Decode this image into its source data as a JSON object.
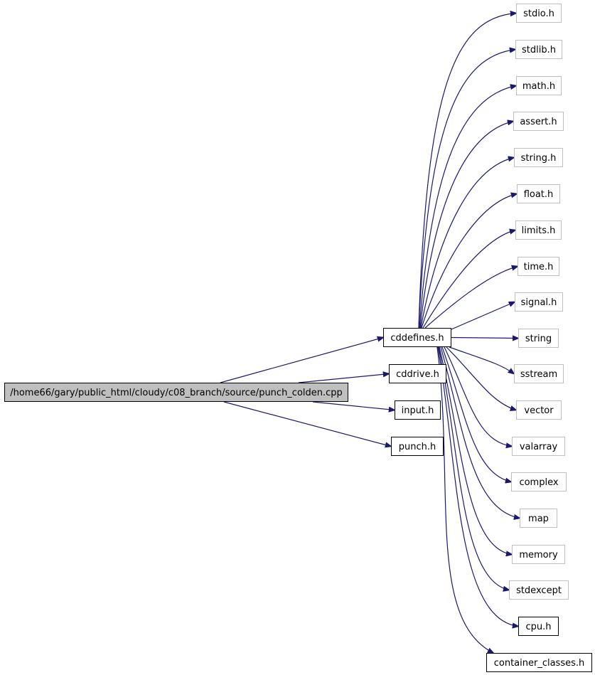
{
  "diagram": {
    "root": {
      "id": "root",
      "label": "/home66/gary/public_html/cloudy/c08_branch/source/punch_colden.cpp"
    },
    "nodes": [
      {
        "id": "cddefines",
        "label": "cddefines.h",
        "documented": true
      },
      {
        "id": "cddrive",
        "label": "cddrive.h",
        "documented": true
      },
      {
        "id": "input",
        "label": "input.h",
        "documented": true
      },
      {
        "id": "punch",
        "label": "punch.h",
        "documented": true
      },
      {
        "id": "stdio",
        "label": "stdio.h",
        "documented": false
      },
      {
        "id": "stdlib",
        "label": "stdlib.h",
        "documented": false
      },
      {
        "id": "math",
        "label": "math.h",
        "documented": false
      },
      {
        "id": "assert",
        "label": "assert.h",
        "documented": false
      },
      {
        "id": "string_h",
        "label": "string.h",
        "documented": false
      },
      {
        "id": "float",
        "label": "float.h",
        "documented": false
      },
      {
        "id": "limits",
        "label": "limits.h",
        "documented": false
      },
      {
        "id": "time",
        "label": "time.h",
        "documented": false
      },
      {
        "id": "signal",
        "label": "signal.h",
        "documented": false
      },
      {
        "id": "string",
        "label": "string",
        "documented": false
      },
      {
        "id": "sstream",
        "label": "sstream",
        "documented": false
      },
      {
        "id": "vector",
        "label": "vector",
        "documented": false
      },
      {
        "id": "valarray",
        "label": "valarray",
        "documented": false
      },
      {
        "id": "complex",
        "label": "complex",
        "documented": false
      },
      {
        "id": "map",
        "label": "map",
        "documented": false
      },
      {
        "id": "memory",
        "label": "memory",
        "documented": false
      },
      {
        "id": "stdexcept",
        "label": "stdexcept",
        "documented": false
      },
      {
        "id": "cpu",
        "label": "cpu.h",
        "documented": true
      },
      {
        "id": "container_classes",
        "label": "container_classes.h",
        "documented": true
      }
    ],
    "edges": [
      {
        "from": "root",
        "to": "cddefines"
      },
      {
        "from": "root",
        "to": "cddrive"
      },
      {
        "from": "root",
        "to": "input"
      },
      {
        "from": "root",
        "to": "punch"
      },
      {
        "from": "cddefines",
        "to": "stdio"
      },
      {
        "from": "cddefines",
        "to": "stdlib"
      },
      {
        "from": "cddefines",
        "to": "math"
      },
      {
        "from": "cddefines",
        "to": "assert"
      },
      {
        "from": "cddefines",
        "to": "string_h"
      },
      {
        "from": "cddefines",
        "to": "float"
      },
      {
        "from": "cddefines",
        "to": "limits"
      },
      {
        "from": "cddefines",
        "to": "time"
      },
      {
        "from": "cddefines",
        "to": "signal"
      },
      {
        "from": "cddefines",
        "to": "string"
      },
      {
        "from": "cddefines",
        "to": "sstream"
      },
      {
        "from": "cddefines",
        "to": "vector"
      },
      {
        "from": "cddefines",
        "to": "valarray"
      },
      {
        "from": "cddefines",
        "to": "complex"
      },
      {
        "from": "cddefines",
        "to": "map"
      },
      {
        "from": "cddefines",
        "to": "memory"
      },
      {
        "from": "cddefines",
        "to": "stdexcept"
      },
      {
        "from": "cddefines",
        "to": "cpu"
      },
      {
        "from": "cddefines",
        "to": "container_classes"
      }
    ],
    "colors": {
      "edge": "#191970",
      "root_fill": "#bfbfbf",
      "documented_border": "#000000",
      "undocumented_border": "#bfbfbf",
      "node_fill": "#ffffff"
    }
  }
}
